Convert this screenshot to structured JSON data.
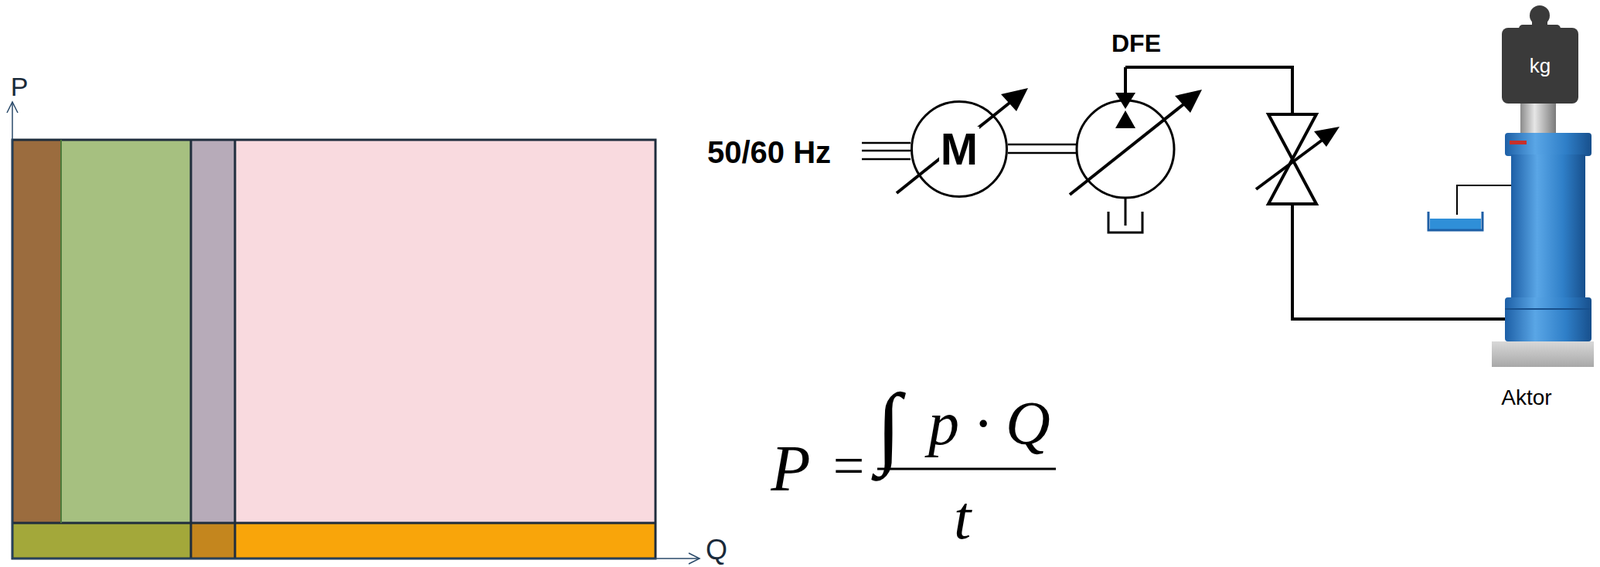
{
  "diagram": {
    "nodes": [
      {
        "text": [
          "M"
        ]
      },
      {
        "text": [
          "kg"
        ]
      }
    ],
    "labels": [
      "P",
      "Q",
      "50/60 Hz",
      "DFE",
      "Aktor",
      "P",
      "=",
      "∫",
      "p · Q",
      "t"
    ]
  }
}
